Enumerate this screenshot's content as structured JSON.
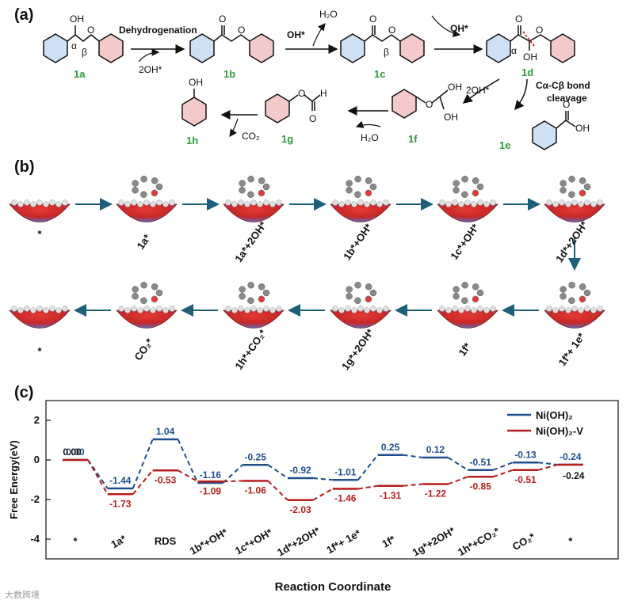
{
  "panel_a": {
    "label": "(a)",
    "molecules": [
      {
        "id": "1a"
      },
      {
        "id": "1b"
      },
      {
        "id": "1c"
      },
      {
        "id": "1d"
      },
      {
        "id": "1e"
      },
      {
        "id": "1f"
      },
      {
        "id": "1g"
      },
      {
        "id": "1h"
      }
    ],
    "step_texts": {
      "dehydrogenation": "Dehydrogenation",
      "two_oh_star": "2OH*",
      "oh_star": "OH*",
      "h2o": "H₂O",
      "oh_star_2": "OH*",
      "two_oh_star_2": "2OH*",
      "cc_cleavage_1": "Cα-Cβ bond",
      "cc_cleavage_2": "cleavage",
      "h2o_2": "H₂O",
      "co2": "CO₂"
    },
    "atom_texts": {
      "oh": "OH",
      "o": "O",
      "alpha": "α",
      "beta": "β",
      "h": "H"
    }
  },
  "panel_b": {
    "label": "(b)",
    "top_row": [
      "*",
      "1a*",
      "1a*+2OH*",
      "1b*+OH*",
      "1c*+OH*",
      "1d*+2OH*"
    ],
    "bottom_row": [
      "*",
      "CO₂*",
      "1h*+CO₂*",
      "1g*+2OH*",
      "1f*",
      "1f*+ 1e*"
    ]
  },
  "chart_data": {
    "type": "line",
    "panel_label": "(c)",
    "xlabel": "Reaction Coordinate",
    "ylabel": "Free Energy(eV)",
    "ylim": [
      -5,
      3
    ],
    "yticks": [
      2,
      0,
      -2,
      -4
    ],
    "categories": [
      "*",
      "1a*",
      "RDS",
      "1b*+OH*",
      "1c*+OH*",
      "1d*+2OH*",
      "1f*+ 1e*",
      "1f*",
      "1g*+2OH*",
      "1h*+CO₂*",
      "CO₂*",
      "*"
    ],
    "series": [
      {
        "name": "Ni(OH)₂",
        "color": "#1f4e8c",
        "values": [
          0.0,
          -1.44,
          1.04,
          -1.16,
          -0.25,
          -0.92,
          -1.01,
          0.25,
          0.12,
          -0.51,
          -0.13,
          -0.24
        ],
        "labels": [
          "0.00",
          "-1.44",
          "1.04",
          "-1.16",
          "-0.25",
          "-0.92",
          "-1.01",
          "0.25",
          "0.12",
          "-0.51",
          "-0.13",
          "-0.24"
        ]
      },
      {
        "name": "Ni(OH)₂-V",
        "color": "#b71c1c",
        "values": [
          0.0,
          -1.73,
          -0.53,
          -1.09,
          -1.06,
          -2.03,
          -1.46,
          -1.31,
          -1.22,
          -0.85,
          -0.51,
          -0.24
        ],
        "labels": [
          "",
          "-1.73",
          "-0.53",
          "-1.09",
          "-1.06",
          "-2.03",
          "-1.46",
          "-1.31",
          "-1.22",
          "-0.85",
          "-0.51",
          ""
        ]
      }
    ],
    "legend_position": "top-right",
    "grid": false
  },
  "watermark": "大数跨境"
}
